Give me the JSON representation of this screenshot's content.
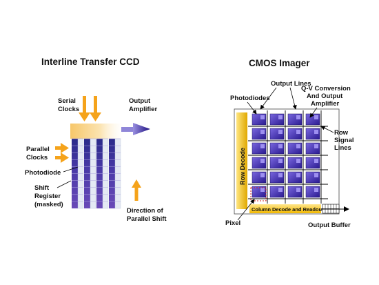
{
  "ccd": {
    "title": "Interline Transfer CCD",
    "serial_clocks": [
      "Serial",
      "Clocks"
    ],
    "output_amplifier": [
      "Output",
      "Amplifier"
    ],
    "parallel_clocks": [
      "Parallel",
      "Clocks"
    ],
    "photodiode": "Photodiode",
    "shift_register": [
      "Shift",
      "Register",
      "(masked)"
    ],
    "direction": [
      "Direction of",
      "Parallel Shift"
    ]
  },
  "cmos": {
    "title": "CMOS Imager",
    "output_lines": "Output Lines",
    "photodiodes": "Photodiodes",
    "qv_conversion": [
      "Q-V Conversion",
      "And Output",
      "Amplifier"
    ],
    "row_signal_lines": [
      "Row",
      "Signal",
      "Lines"
    ],
    "row_decode": "Row Decode",
    "column_decode": "Column Decode and Readout",
    "pixel": "Pixel",
    "output_buffer": "Output Buffer"
  },
  "colors": {
    "arrow_orange": "#f5a31b",
    "column_purple": "#3a2a8c",
    "register_light": "#dfe6f2",
    "decode_yellow": "#f2c200",
    "pixel_blue": "#5a46c8",
    "grid_line": "#000000"
  }
}
